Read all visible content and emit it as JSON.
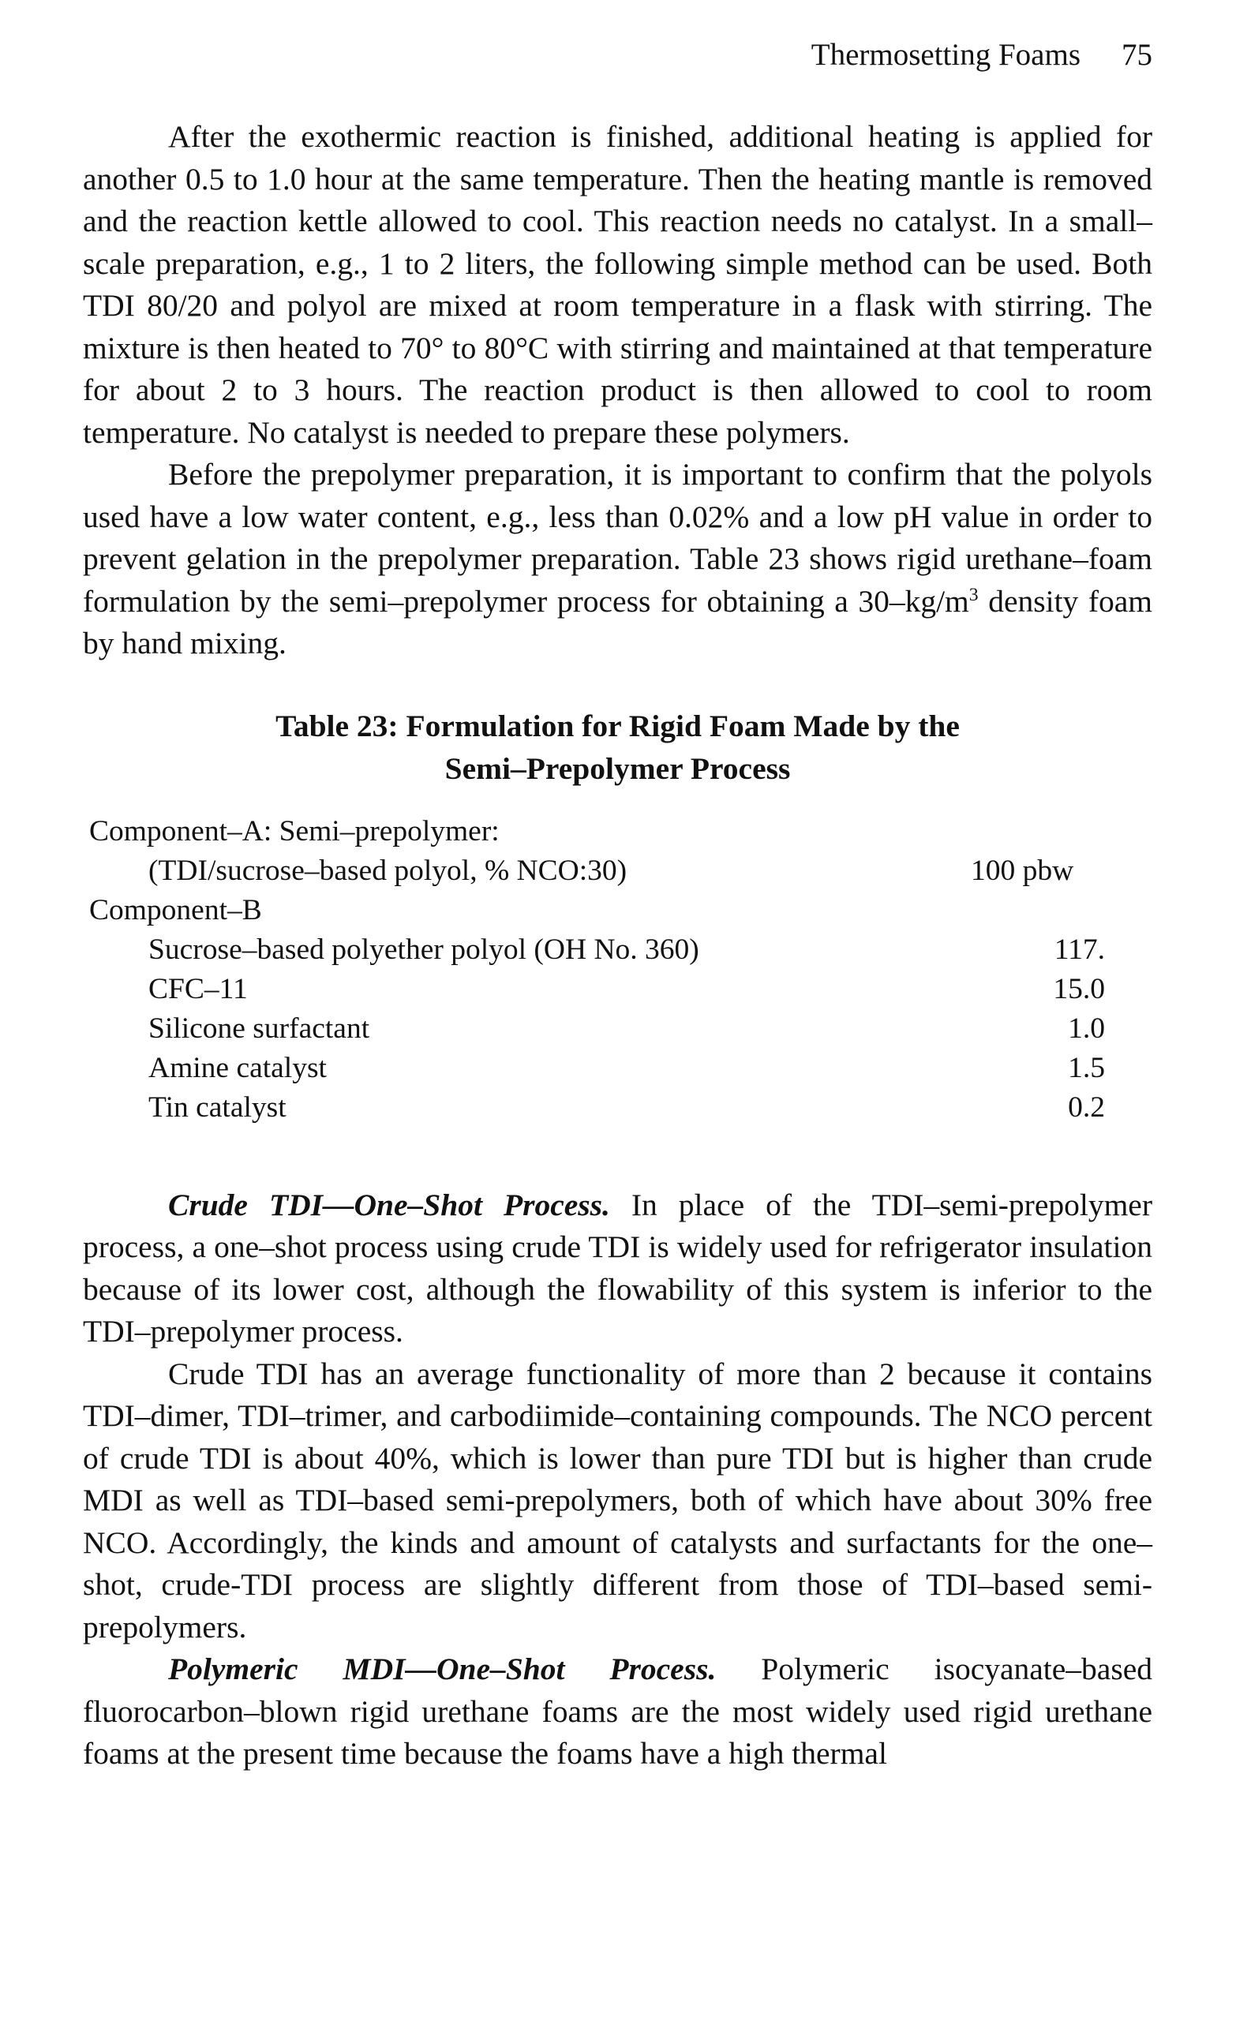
{
  "header": {
    "running_title": "Thermosetting Foams",
    "page_number": "75"
  },
  "paragraphs": {
    "p1": "After the exothermic reaction is finished, additional heating is applied for another 0.5 to 1.0 hour at the same temperature. Then the heating mantle is removed and the reaction kettle allowed to cool. This reaction needs no catalyst. In a small–scale preparation, e.g., 1 to 2 liters, the following simple method can be used. Both TDI 80/20 and polyol are mixed at room temperature in a flask with stirring. The mixture is then heated to 70° to 80°C with stirring and maintained at that temperature for about 2 to 3 hours. The reaction product is then allowed to cool to room temperature. No catalyst is needed to prepare these polymers.",
    "p2_before_sup": "Before the prepolymer preparation, it is important to confirm that the polyols used have a low water content, e.g., less than 0.02% and a low pH value in order to prevent gelation in the prepolymer preparation. Table 23 shows rigid urethane–foam formulation by the semi–prepolymer process for obtaining a 30–kg/m",
    "p2_sup": "3",
    "p2_after_sup": " density foam by hand mixing.",
    "p3_lead": "Crude TDI—One–Shot Process.",
    "p3_body": " In place of the TDI–semi-prepolymer process, a one–shot process using crude TDI is widely used for refrigerator insulation because of its lower cost, although the flowability of this system is inferior to the TDI–prepolymer process.",
    "p4": "Crude TDI has an average functionality of more than 2 because it contains TDI–dimer, TDI–trimer, and carbodiimide–containing compounds. The NCO percent of crude TDI is about 40%, which is lower than pure TDI but is higher than crude MDI as well as TDI–based semi-prepolymers, both of which have about 30% free NCO. Accordingly, the kinds and amount of catalysts and surfactants for the one–shot, crude-TDI process are slightly different from those of TDI–based semi-prepolymers.",
    "p5_lead": "Polymeric MDI—One–Shot Process.",
    "p5_body": " Polymeric isocyanate–based fluorocarbon–blown rigid urethane foams are the most widely used rigid urethane foams at the present time because the foams have a high thermal"
  },
  "table": {
    "caption_line1": "Table 23: Formulation for Rigid Foam Made by the",
    "caption_line2": "Semi–Prepolymer Process",
    "component_a_label": "Component–A: Semi–prepolymer:",
    "component_a_detail": "(TDI/sucrose–based polyol, % NCO:30)",
    "component_a_amount": "100 pbw",
    "component_b_label": "Component–B",
    "rows": [
      {
        "name": "Sucrose–based polyether polyol (OH No. 360)",
        "amount": "117."
      },
      {
        "name": "CFC–11",
        "amount": "15.0"
      },
      {
        "name": "Silicone surfactant",
        "amount": "1.0"
      },
      {
        "name": "Amine catalyst",
        "amount": "1.5"
      },
      {
        "name": "Tin catalyst",
        "amount": "0.2"
      }
    ]
  }
}
